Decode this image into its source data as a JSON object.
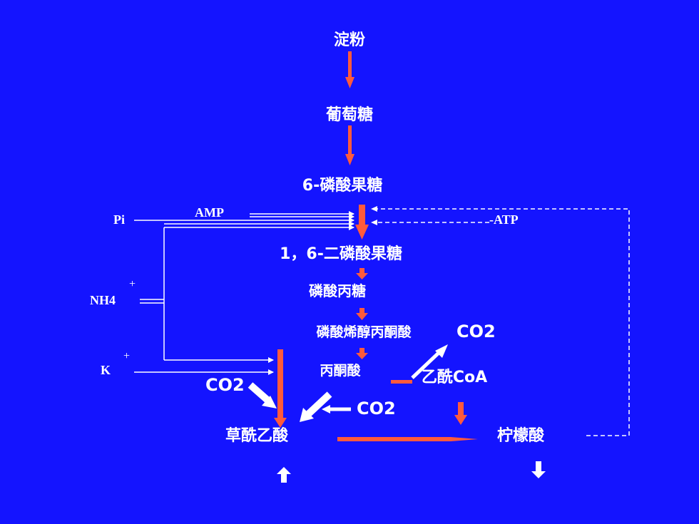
{
  "nodes": {
    "starch": "淀粉",
    "glucose": "葡萄糖",
    "f6p": "6-磷酸果糖",
    "f16bp": "1，6-二磷酸果糖",
    "triose_p": "磷酸丙糖",
    "pep": "磷酸烯醇丙酮酸",
    "pyruvate": "丙酮酸",
    "acetyl_coa": "乙酰CoA",
    "oxaloacetate": "草酰乙酸",
    "citrate": "柠檬酸"
  },
  "effectors": {
    "pi": "Pi",
    "amp": "AMP",
    "atp": "-ATP",
    "nh4": "NH4",
    "nh4_charge": "+",
    "k": "K",
    "k_charge": "+"
  },
  "co2": {
    "from_acetyl": "CO2",
    "to_oxaloacetate": "CO2",
    "from_pyruvate": "CO2"
  },
  "colors": {
    "background": "#1414ff",
    "flow_arrow": "#ff5a3c",
    "line": "#ffffff"
  }
}
